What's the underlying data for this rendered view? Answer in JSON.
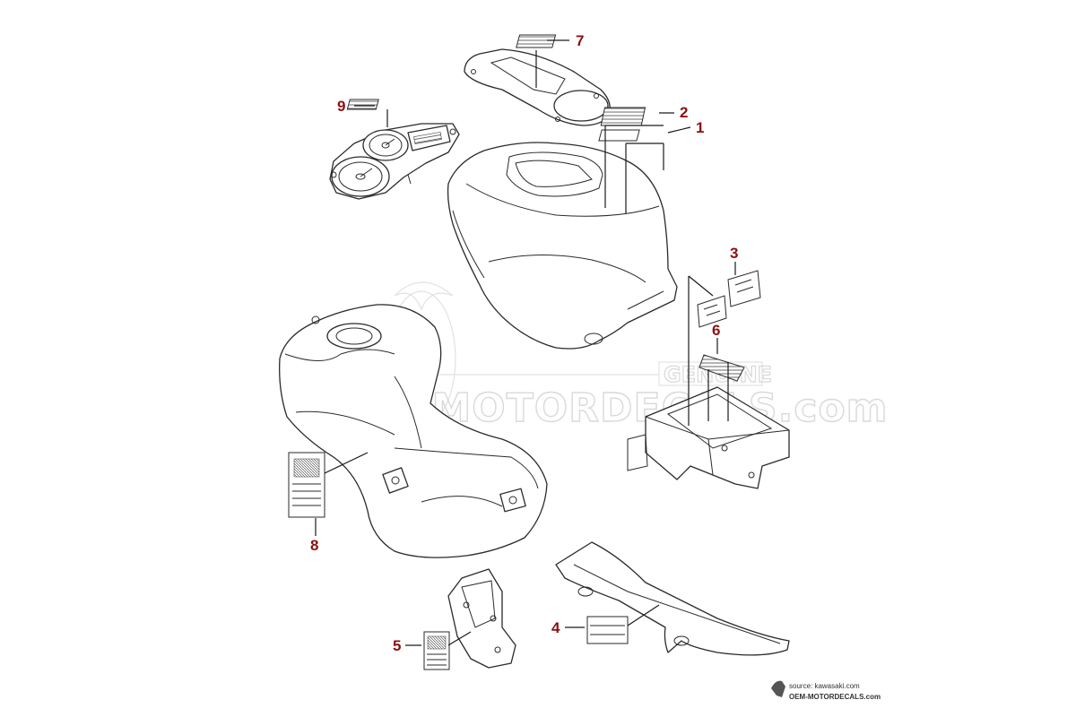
{
  "watermark": {
    "main_text": "OEM-MOTORDECALS.com",
    "badge_text": "GENUINE"
  },
  "callouts": [
    {
      "number": "1",
      "part": "decal-1"
    },
    {
      "number": "2",
      "part": "decal-2"
    },
    {
      "number": "3",
      "part": "decal-3"
    },
    {
      "number": "4",
      "part": "decal-4"
    },
    {
      "number": "5",
      "part": "decal-5"
    },
    {
      "number": "6",
      "part": "decal-6"
    },
    {
      "number": "7",
      "part": "decal-7"
    },
    {
      "number": "8",
      "part": "decal-8"
    },
    {
      "number": "9",
      "part": "decal-9"
    }
  ],
  "footer": {
    "source": "source: kawasaki.com",
    "brand": "OEM-MOTORDECALS.com"
  },
  "colors": {
    "callout": "#8b1111",
    "line": "#2a2a2a",
    "watermark": "#d9d9d9"
  }
}
